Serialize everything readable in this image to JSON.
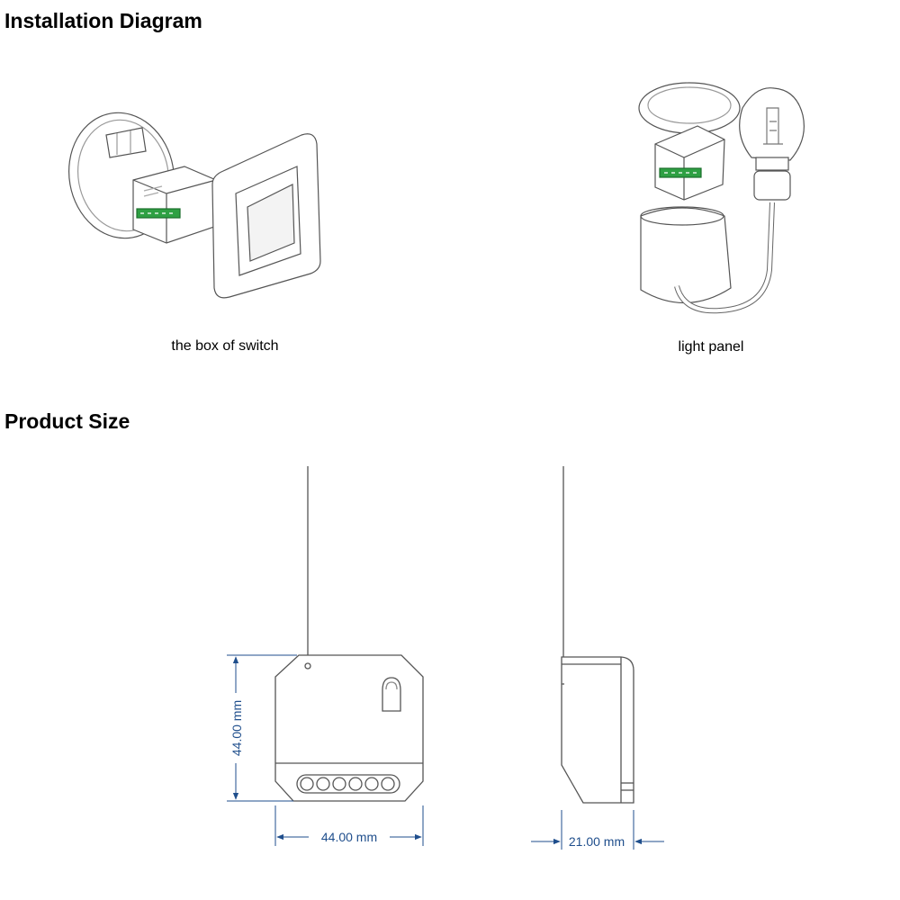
{
  "sections": {
    "installation_title": "Installation Diagram",
    "size_title": "Product Size"
  },
  "captions": {
    "switch_box": "the box of switch",
    "light_panel": "light panel"
  },
  "dimensions": {
    "height": "44.00 mm",
    "width": "44.00 mm",
    "depth": "21.00 mm"
  },
  "colors": {
    "dimension_lines": "#1f4e8c",
    "terminals": "#2ea043",
    "outline": "#555555"
  }
}
